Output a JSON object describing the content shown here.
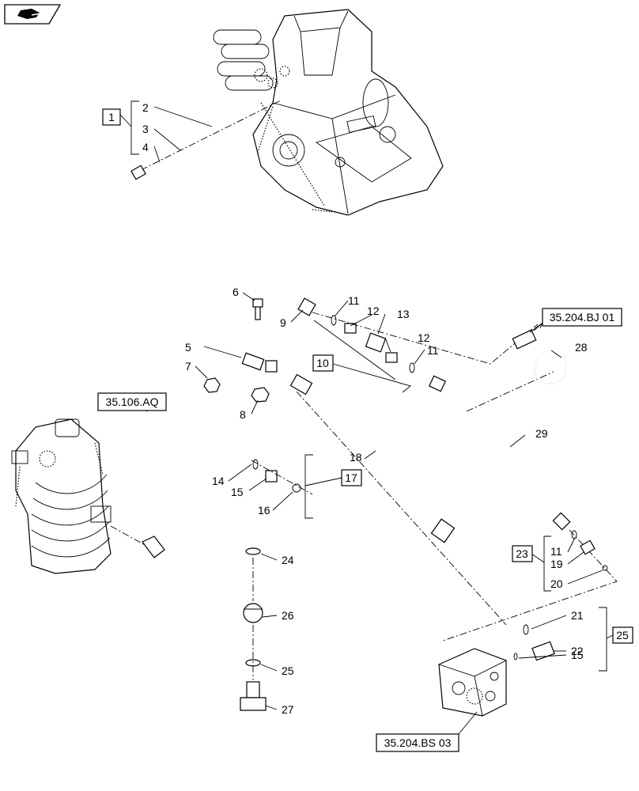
{
  "nav_icon": "bookmark-book-icon",
  "callouts": [
    {
      "id": "c1",
      "text": "1"
    },
    {
      "id": "c2",
      "text": "2"
    },
    {
      "id": "c3",
      "text": "3"
    },
    {
      "id": "c4",
      "text": "4"
    },
    {
      "id": "c5",
      "text": "5"
    },
    {
      "id": "c6",
      "text": "6"
    },
    {
      "id": "c7",
      "text": "7"
    },
    {
      "id": "c8",
      "text": "8"
    },
    {
      "id": "c9",
      "text": "9"
    },
    {
      "id": "c10",
      "text": "10"
    },
    {
      "id": "c11a",
      "text": "11"
    },
    {
      "id": "c11b",
      "text": "11"
    },
    {
      "id": "c11c",
      "text": "11"
    },
    {
      "id": "c12a",
      "text": "12"
    },
    {
      "id": "c12b",
      "text": "12"
    },
    {
      "id": "c13",
      "text": "13"
    },
    {
      "id": "c14",
      "text": "14"
    },
    {
      "id": "c15a",
      "text": "15"
    },
    {
      "id": "c15b",
      "text": "15"
    },
    {
      "id": "c16",
      "text": "16"
    },
    {
      "id": "c17",
      "text": "17"
    },
    {
      "id": "c18",
      "text": "18"
    },
    {
      "id": "c19",
      "text": "19"
    },
    {
      "id": "c20",
      "text": "20"
    },
    {
      "id": "c21",
      "text": "21"
    },
    {
      "id": "c22",
      "text": "22"
    },
    {
      "id": "c23",
      "text": "23"
    },
    {
      "id": "c24",
      "text": "24"
    },
    {
      "id": "c25a",
      "text": "25"
    },
    {
      "id": "c25b",
      "text": "25"
    },
    {
      "id": "c26",
      "text": "26"
    },
    {
      "id": "c27",
      "text": "27"
    },
    {
      "id": "c28",
      "text": "28"
    },
    {
      "id": "c29",
      "text": "29"
    }
  ],
  "references": {
    "ref_bj01": "35.204.BJ 01",
    "ref_aq": "35.106.AQ",
    "ref_bs03": "35.204.BS 03"
  }
}
